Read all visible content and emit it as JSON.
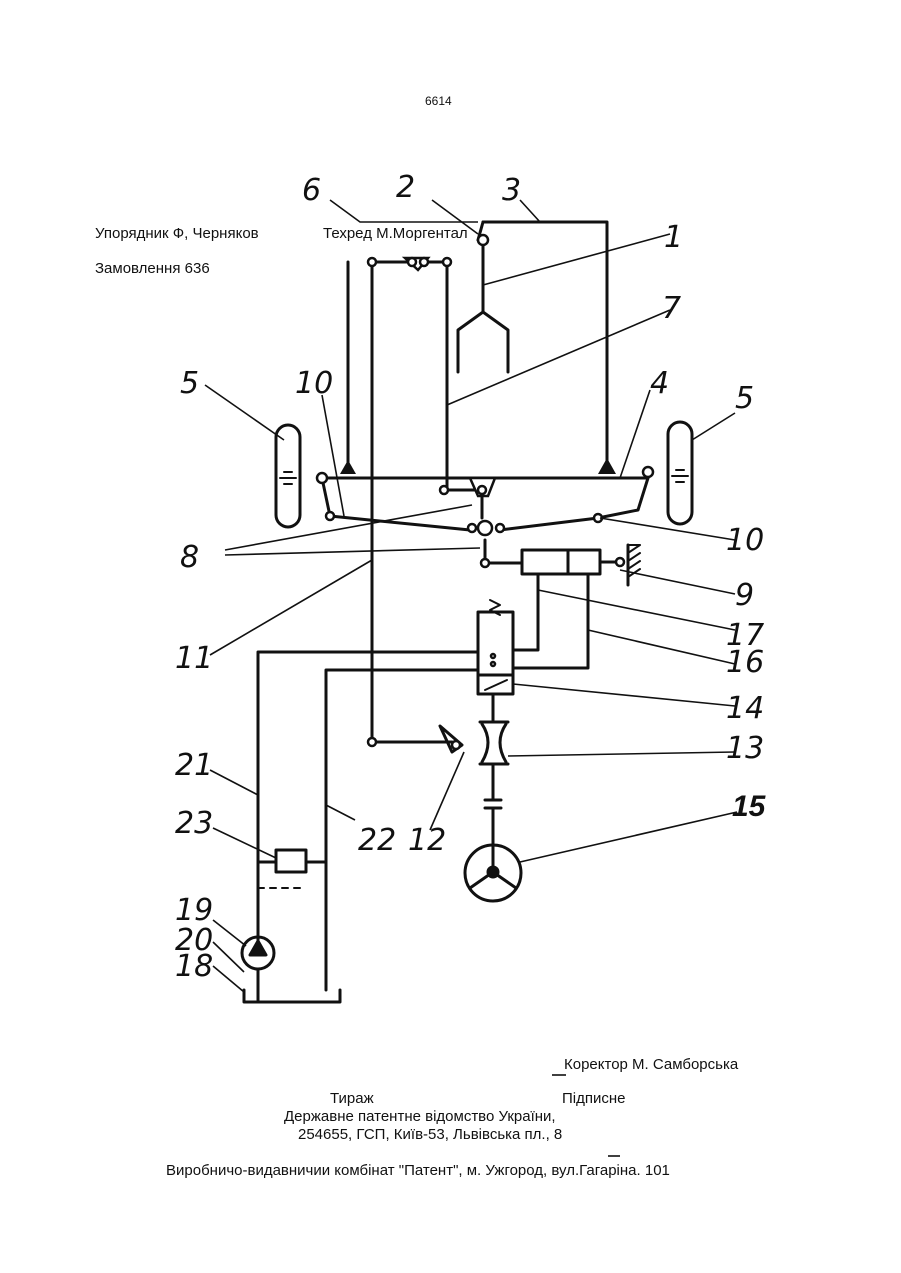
{
  "header": {
    "page_number": "6614"
  },
  "credits": {
    "compiler": "Упорядник Ф, Черняков",
    "tech_editor": "Техред М.Моргентал",
    "order": "Замовлення 636",
    "corrector": "Коректор М. Самборська"
  },
  "circulation": {
    "label": "Тираж",
    "subscription": "Підписне"
  },
  "office": {
    "name": "Державне патентне відомство України,",
    "address": "254655, ГСП, Київ-53, Львівська пл., 8"
  },
  "footer": "Виробничо-видавничии комбінат   \"Патент\", м. Ужгород, вул.Гагаріна. 101",
  "figure": {
    "labels": [
      "1",
      "2",
      "3",
      "4",
      "5",
      "5",
      "6",
      "7",
      "8",
      "9",
      "10",
      "10",
      "11",
      "12",
      "13",
      "14",
      "15",
      "16",
      "17",
      "18",
      "19",
      "20",
      "21",
      "22",
      "23"
    ]
  }
}
